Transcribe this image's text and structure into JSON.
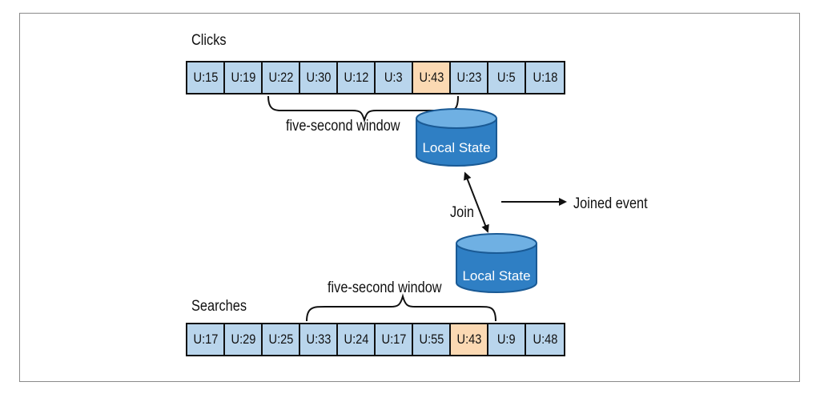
{
  "clicks": {
    "label": "Clicks",
    "events": [
      "U:15",
      "U:19",
      "U:22",
      "U:30",
      "U:12",
      "U:3",
      "U:43",
      "U:23",
      "U:5",
      "U:18"
    ],
    "highlight_index": 6,
    "window_label": "five-second window"
  },
  "searches": {
    "label": "Searches",
    "events": [
      "U:17",
      "U:29",
      "U:25",
      "U:33",
      "U:24",
      "U:17",
      "U:55",
      "U:43",
      "U:9",
      "U:48"
    ],
    "highlight_index": 7,
    "window_label": "five-second window"
  },
  "stores": {
    "top_label": "Local State",
    "bottom_label": "Local State"
  },
  "join": {
    "label": "Join",
    "output_label": "Joined event"
  },
  "colors": {
    "cell": "#b9d5ec",
    "highlight": "#fbd9b3",
    "db_fill": "#2f7fc4",
    "db_top": "#6fb0e3",
    "db_stroke": "#1a5a95"
  }
}
